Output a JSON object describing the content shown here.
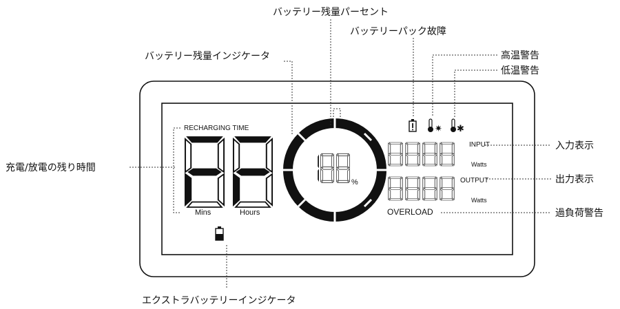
{
  "callouts": {
    "battery_percent": "バッテリー残量パーセント",
    "battery_fault": "バッテリーパック故障",
    "battery_indicator": "バッテリー残量インジケータ",
    "high_temp": "高温警告",
    "low_temp": "低温警告",
    "charge_time": "充電/放電の残り時間",
    "input_display": "入力表示",
    "output_display": "出力表示",
    "overload_warning": "過負荷警告",
    "extra_battery": "エクストラバッテリーインジケータ"
  },
  "lcd": {
    "recharging_time": "RECHARGING TIME",
    "mins": "Mins",
    "hours": "Hours",
    "percent_sign": "%",
    "input": "INPUT",
    "output": "OUTPUT",
    "watts_1": "Watts",
    "watts_2": "Watts",
    "overload": "OVERLOAD"
  },
  "icons": {
    "fault": "battery-fault-icon",
    "high_temp": "thermometer-sun-icon",
    "low_temp": "thermometer-snow-icon",
    "extra_battery": "extra-battery-icon"
  }
}
